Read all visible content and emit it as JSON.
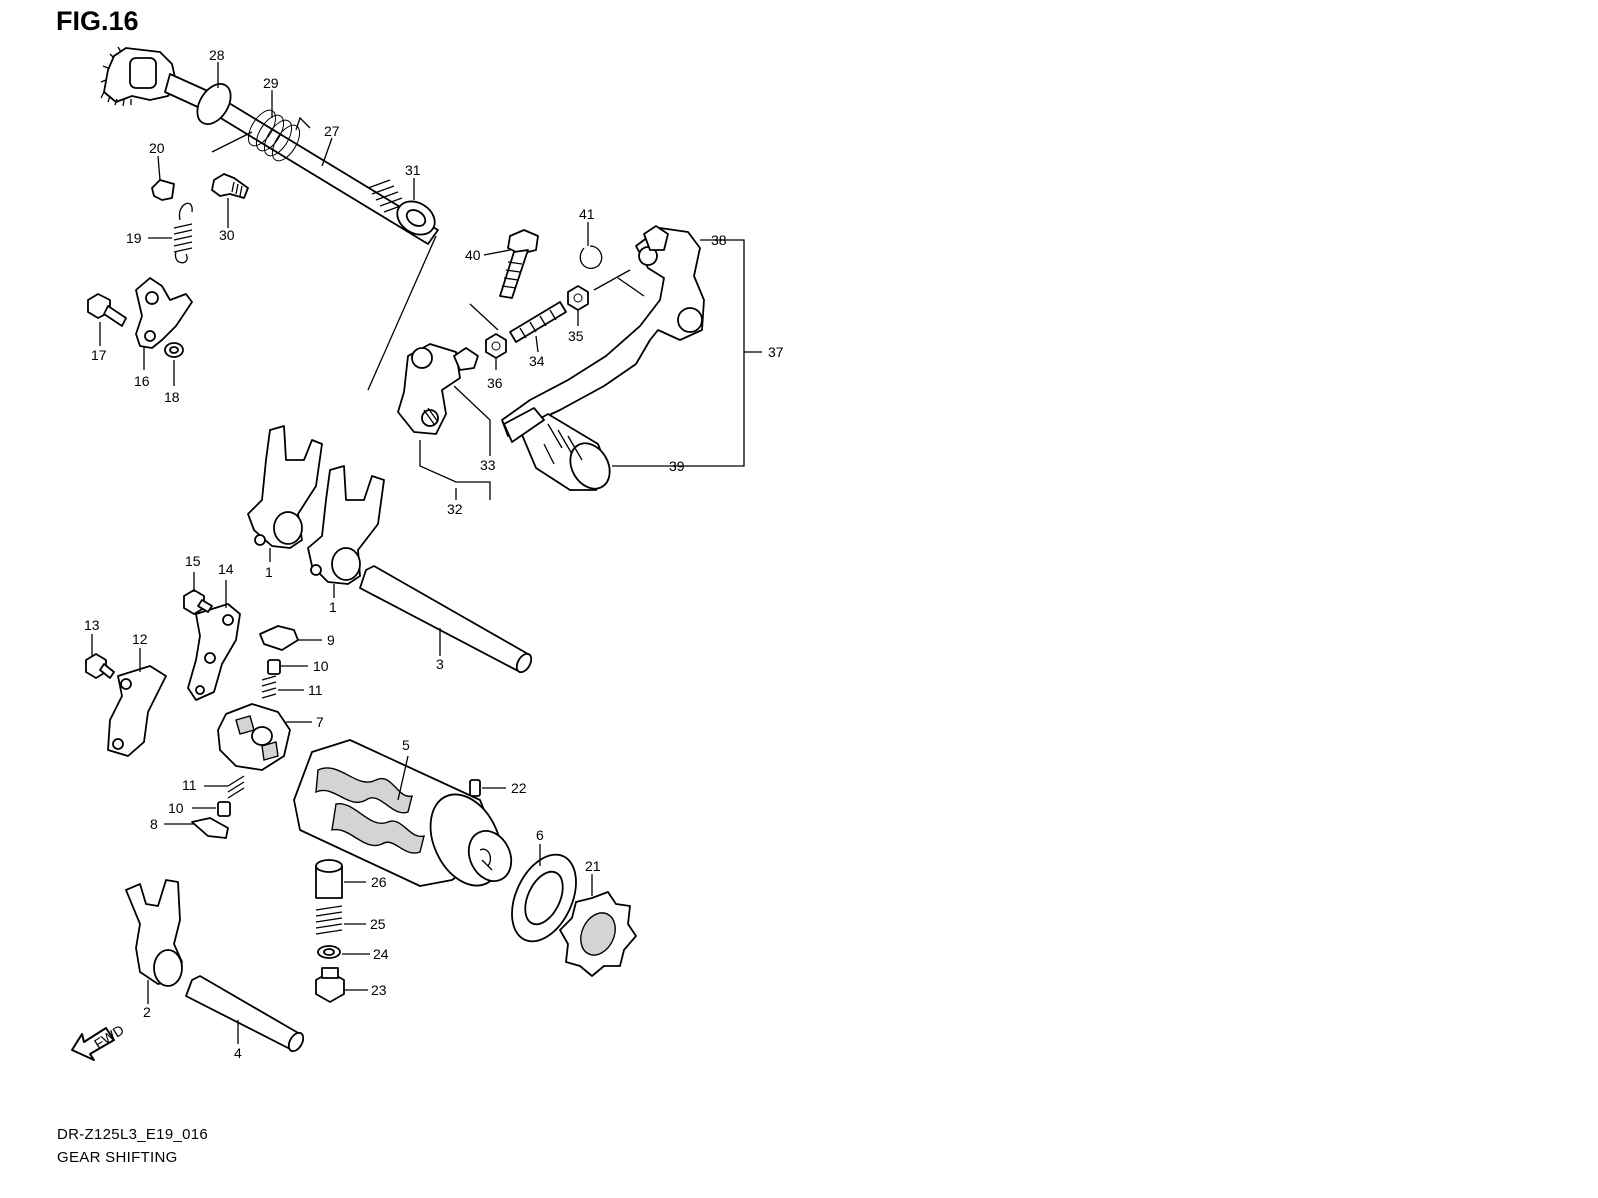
{
  "figure": {
    "title": "FIG.16",
    "code": "DR-Z125L3_E19_016",
    "name": "GEAR SHIFTING"
  },
  "fwd_arrow": {
    "label": "FWD",
    "icon": "fwd-arrow-icon"
  },
  "callouts": {
    "c1a": "1",
    "c1b": "1",
    "c2": "2",
    "c3": "3",
    "c4": "4",
    "c5": "5",
    "c6": "6",
    "c7": "7",
    "c8": "8",
    "c9": "9",
    "c10a": "10",
    "c10b": "10",
    "c11a": "11",
    "c11b": "11",
    "c12": "12",
    "c13": "13",
    "c14": "14",
    "c15": "15",
    "c16": "16",
    "c17": "17",
    "c18": "18",
    "c19": "19",
    "c20": "20",
    "c21": "21",
    "c22": "22",
    "c23": "23",
    "c24": "24",
    "c25": "25",
    "c26": "26",
    "c27": "27",
    "c28": "28",
    "c29": "29",
    "c30": "30",
    "c31": "31",
    "c32": "32",
    "c33": "33",
    "c34": "34",
    "c35": "35",
    "c36": "36",
    "c37": "37",
    "c38": "38",
    "c39": "39",
    "c40": "40",
    "c41": "41"
  }
}
